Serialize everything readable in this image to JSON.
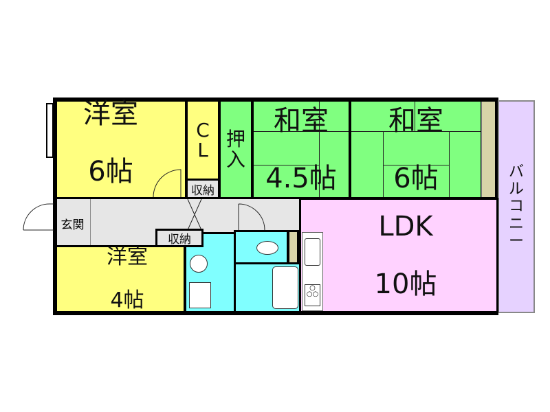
{
  "rooms": {
    "western_6": {
      "name": "洋室",
      "size": "6帖"
    },
    "closet": {
      "label": "C\nL"
    },
    "storage_upper": {
      "label": "収納"
    },
    "oshiire": {
      "label": "押\n入"
    },
    "japanese_45": {
      "name": "和室",
      "size": "4.5帖"
    },
    "japanese_6": {
      "name": "和室",
      "size": "6帖"
    },
    "entrance": {
      "label": "玄関"
    },
    "storage_lower": {
      "label": "収納"
    },
    "western_4": {
      "name": "洋室",
      "size": "4帖"
    },
    "ldk": {
      "name": "LDK",
      "size": "10帖"
    },
    "balcony": {
      "label": "バ\nル\nコ\nニ\nー"
    }
  },
  "colors": {
    "western": "#ffff80",
    "japanese": "#80ff80",
    "hallway": "#e6e6e6",
    "wet_area": "#80ffff",
    "ldk": "#ffd2ff",
    "balcony": "#e6d2ff",
    "tatami_edge": "#d8d4a8"
  }
}
